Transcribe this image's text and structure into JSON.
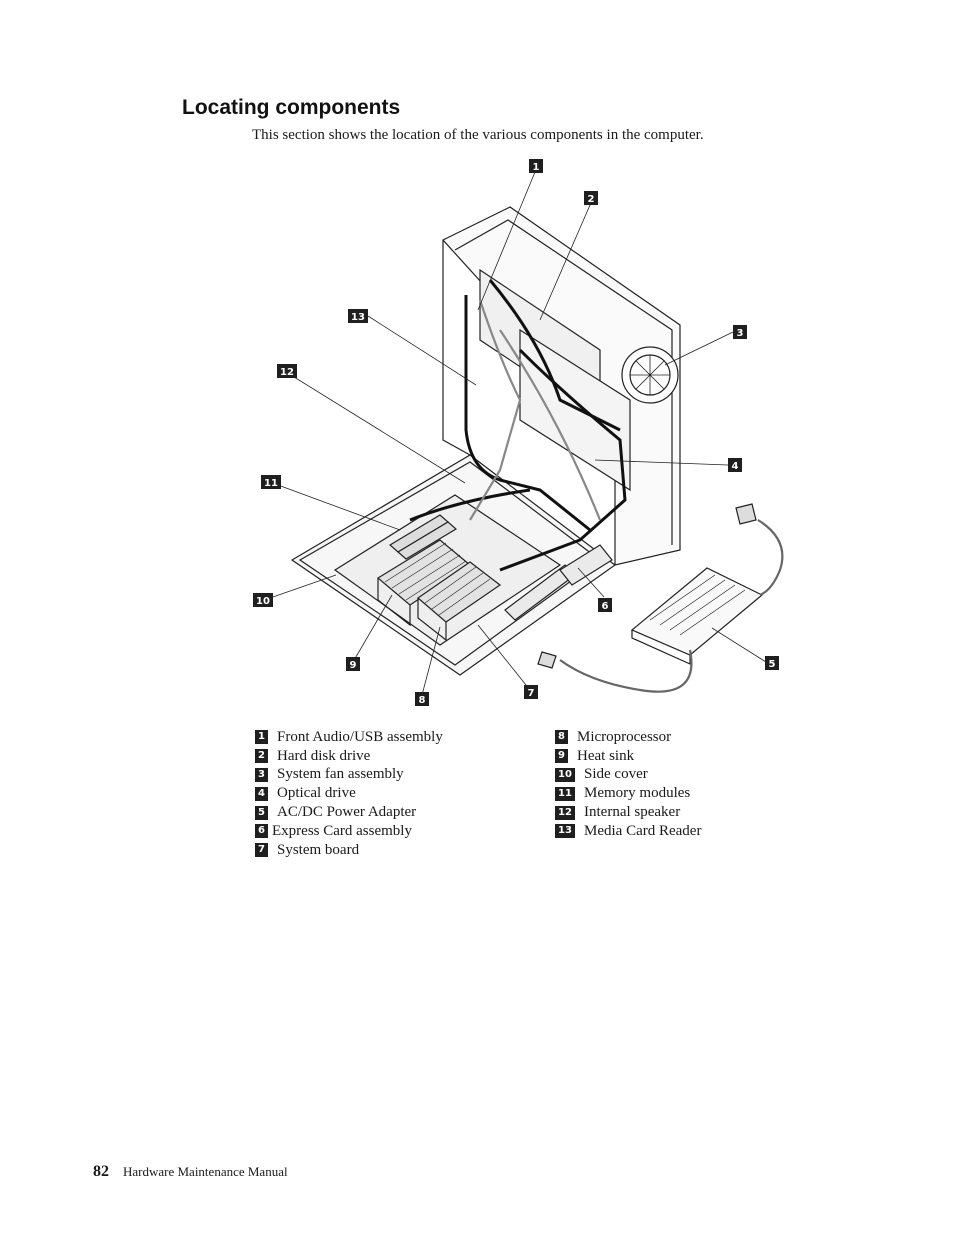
{
  "page": {
    "title": "Locating components",
    "intro": "This section shows the location of the various components in the computer."
  },
  "legend": {
    "left": [
      {
        "num": "1",
        "label": "Front Audio/USB assembly"
      },
      {
        "num": "2",
        "label": "Hard disk drive"
      },
      {
        "num": "3",
        "label": "System fan assembly"
      },
      {
        "num": "4",
        "label": "Optical drive"
      },
      {
        "num": "5",
        "label": "AC/DC Power Adapter"
      },
      {
        "num": "6",
        "label": "Express Card assembly"
      },
      {
        "num": "7",
        "label": "System board"
      }
    ],
    "right": [
      {
        "num": "8",
        "label": "Microprocessor"
      },
      {
        "num": "9",
        "label": "Heat sink"
      },
      {
        "num": "10",
        "label": "Side cover"
      },
      {
        "num": "11",
        "label": "Memory modules"
      },
      {
        "num": "12",
        "label": "Internal speaker"
      },
      {
        "num": "13",
        "label": "Media Card Reader"
      }
    ]
  },
  "figure": {
    "callouts": [
      "1",
      "2",
      "3",
      "4",
      "5",
      "6",
      "7",
      "8",
      "9",
      "10",
      "11",
      "12",
      "13"
    ]
  },
  "footer": {
    "page_number": "82",
    "manual_title": "Hardware Maintenance Manual"
  }
}
